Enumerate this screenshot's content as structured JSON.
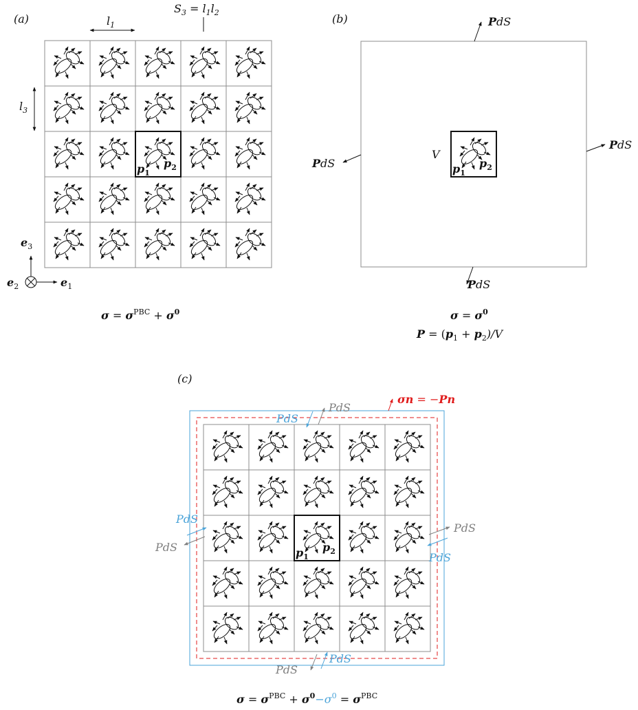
{
  "panel_a": {
    "tag": "(a)",
    "l1": "l",
    "l1_sub": "1",
    "s3_lhs": "S",
    "s3_sub": "3",
    "s3_eq": " = ",
    "s3_rhs1": "l",
    "s3_rhs1_sub": "1",
    "s3_rhs2": "l",
    "s3_rhs2_sub": "2",
    "l3": "l",
    "l3_sub": "3",
    "p1": "p",
    "p1_sub": "1",
    "p2": "p",
    "p2_sub": "2",
    "e1": "e",
    "e1_sub": "1",
    "e2": "e",
    "e2_sub": "2",
    "e3": "e",
    "e3_sub": "3",
    "eq_sigma": "σ",
    "eq_eq": " = ",
    "eq_sigma2": "σ",
    "eq_pbc": "PBC",
    "eq_plus": " + ",
    "eq_sigma3": "σ",
    "eq_zero": "0"
  },
  "panel_b": {
    "tag": "(b)",
    "pds_bold": "P",
    "pds_rest": "dS",
    "v": "V",
    "p1": "p",
    "p1_sub": "1",
    "p2": "p",
    "p2_sub": "2",
    "eq1_sigma": "σ",
    "eq1_eq": " = ",
    "eq1_sigma2": "σ",
    "eq1_zero": "0",
    "eq2_p": "P",
    "eq2_eq": " = (",
    "eq2_p1": "p",
    "eq2_p1_sub": "1",
    "eq2_plus": " + ",
    "eq2_p2": "p",
    "eq2_p2_sub": "2",
    "eq2_end": ")/V"
  },
  "panel_c": {
    "tag": "(c)",
    "red_sigma": "σn",
    "red_eq": " = −",
    "red_pn": "Pn",
    "pds_P": "P",
    "pds_rest": "dS",
    "p1": "p",
    "p1_sub": "1",
    "p2": "p",
    "p2_sub": "2",
    "eq_sigma": "σ",
    "eq_eq": " = ",
    "eq_sigma2": "σ",
    "eq_pbc": "PBC",
    "eq_plus": " + ",
    "eq_sigma3": "σ",
    "eq_zero": "0",
    "eq_minus": "−",
    "eq_sigma4": "σ",
    "eq_zero2": "0",
    "eq_eq2": " = ",
    "eq_sigma5": "σ",
    "eq_pbc2": "PBC"
  },
  "colors": {
    "gray": "#7f7f7f",
    "blue": "#4aa3d8",
    "red": "#e01b1b",
    "grid": "#8c8c8c",
    "black": "#111111"
  }
}
